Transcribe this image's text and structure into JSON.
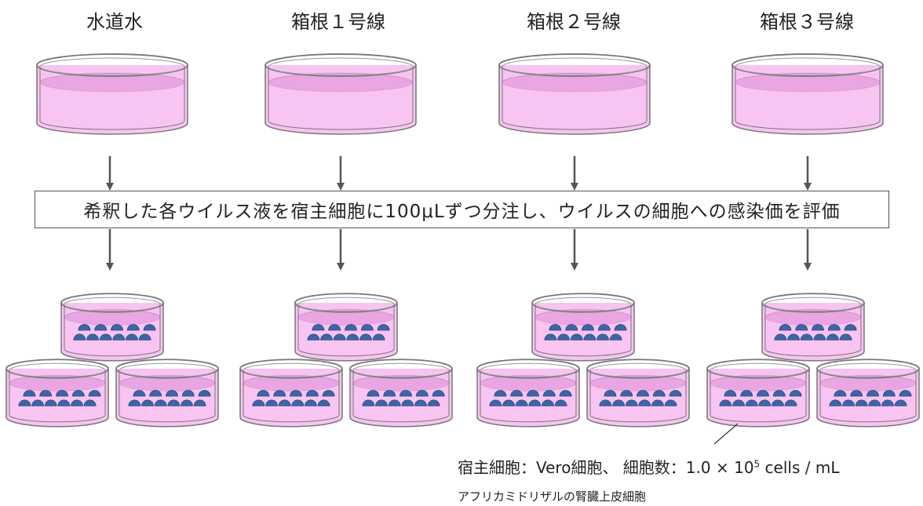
{
  "columns": [
    {
      "label": "水道水"
    },
    {
      "label": "箱根１号線"
    },
    {
      "label": "箱根２号線"
    },
    {
      "label": "箱根３号線"
    }
  ],
  "banner_text": "希釈した各ウイルス液を宿主細胞に100μLずつ分注し、ウイルスの細胞への感染価を評価",
  "host": {
    "prefix": "宿主細胞：Vero細胞、 細胞数：1.0 × 10",
    "exponent": "5",
    "suffix": " cells / mL",
    "description": "アフリカミドリザルの腎臓上皮細胞"
  },
  "colors": {
    "medium": "#f7c4f1",
    "medium_dark": "#e9a6e3",
    "dish_edge": "#777777",
    "cell": "#3e64a8",
    "arrow": "#555555"
  }
}
